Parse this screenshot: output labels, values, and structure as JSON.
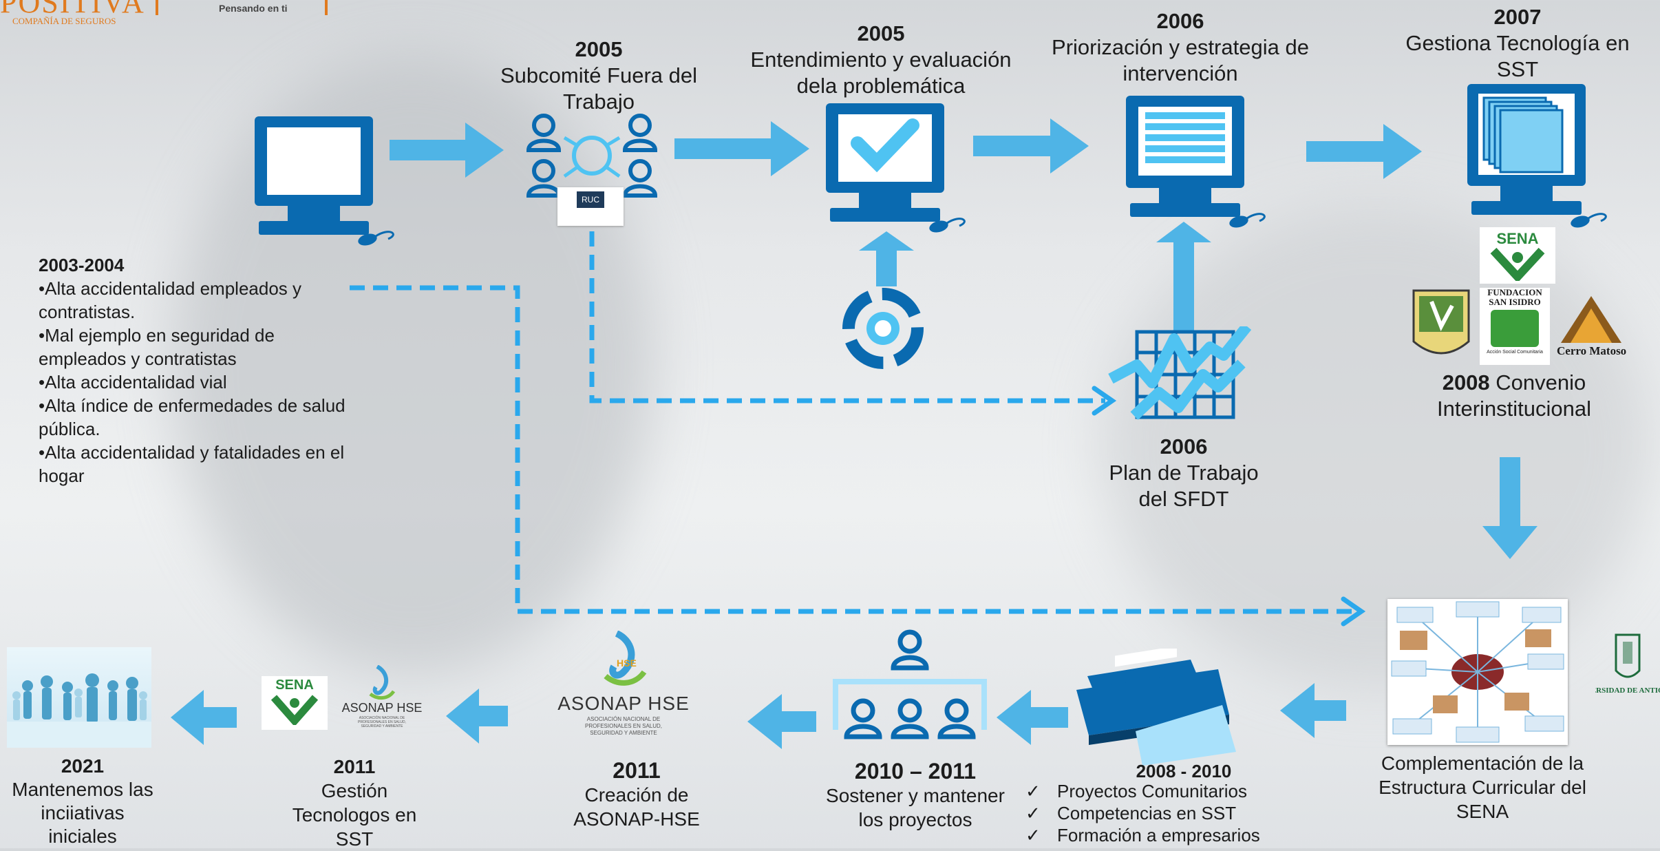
{
  "header": {
    "brand_name": "POSITIVA",
    "brand_sub": "COMPAÑÍA DE SEGUROS",
    "tagline": "Pensando en ti"
  },
  "issues": {
    "years": "2003-2004",
    "items": [
      "•Alta accidentalidad empleados y contratistas.",
      "•Mal ejemplo en seguridad de empleados y contratistas",
      "•Alta accidentalidad vial",
      "•Alta índice de enfermedades de salud pública.",
      "•Alta accidentalidad y fatalidades en el hogar"
    ]
  },
  "steps": {
    "subcomite": {
      "year": "2005",
      "text": "Subcomité Fuera del Trabajo",
      "badge": "RUC"
    },
    "entendimiento": {
      "year": "2005",
      "text": "Entendimiento y evaluación dela problemática"
    },
    "priorizacion": {
      "year": "2006",
      "text": "Priorización y estrategia de intervención"
    },
    "gestiona": {
      "year": "2007",
      "text": "Gestiona Tecnología en SST"
    },
    "plan": {
      "year": "2006",
      "text": "Plan de Trabajo del SFDT"
    },
    "convenio": {
      "year": "2008",
      "text": "Convenio Interinstitucional"
    },
    "complementacion": {
      "text": "Complementación de la Estructura Curricular del SENA"
    },
    "proyectos": {
      "year": "2008 - 2010",
      "items": [
        "Proyectos Comunitarios",
        "Competencias en SST",
        "Formación a empresarios"
      ]
    },
    "sostener": {
      "year": "2010 – 2011",
      "text": "Sostener y mantener los proyectos"
    },
    "asonap": {
      "year": "2011",
      "text": "Creación de ASONAP-HSE"
    },
    "gestion_tec": {
      "year": "2011",
      "text": "Gestión Tecnologos en SST"
    },
    "mantenemos": {
      "year": "2021",
      "text": "Mantenemos las inciiativas iniciales"
    }
  },
  "logos": {
    "sena": "SENA",
    "fundacion": "FUNDACION SAN ISIDRO",
    "fundacion_sub": "Acción Social Comunitaria",
    "cerro": "Cerro Matoso",
    "udea": "UNIVERSIDAD DE ANTIOQUIA",
    "asonap": "ASONAP HSE",
    "asonap_sub": "ASOCIACIÓN NACIONAL DE PROFESIONALES EN SALUD, SEGURIDAD Y AMBIENTE",
    "hse": "HSE"
  },
  "colors": {
    "arrow": "#4fb4e6",
    "monitor": "#0a6ab0",
    "dash": "#2aa8ec",
    "brand": "#e07a1e"
  }
}
